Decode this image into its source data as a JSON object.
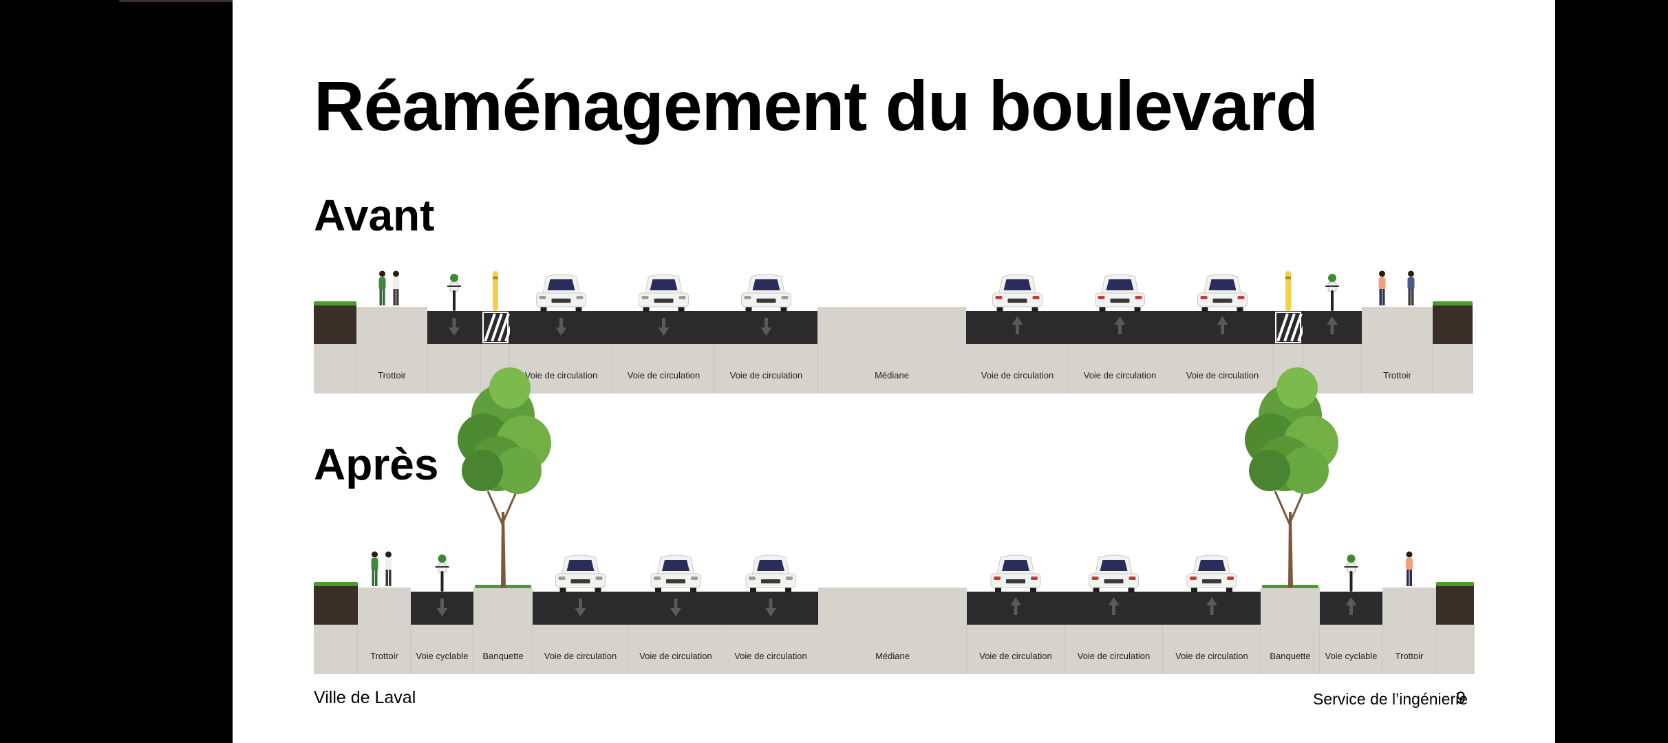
{
  "slide": {
    "title": "Réaménagement du boulevard",
    "footer_left": "Ville de Laval",
    "footer_right": "Service de l’ingénierie",
    "page_number": "9"
  },
  "sections": [
    {
      "heading": "Avant",
      "segments": [
        {
          "type": "soil",
          "width": 62,
          "label": ""
        },
        {
          "type": "sidewalk",
          "width": 103,
          "label": "Trottoir",
          "items": [
            {
              "kind": "pedestrians"
            }
          ]
        },
        {
          "type": "bikelane",
          "width": 78,
          "label": "",
          "direction": "down",
          "items": [
            {
              "kind": "cyclist"
            }
          ]
        },
        {
          "type": "buffer",
          "width": 42,
          "label": "",
          "items": [
            {
              "kind": "post"
            }
          ]
        },
        {
          "type": "lane",
          "width": 149,
          "label": "Voie de circulation",
          "direction": "down"
        },
        {
          "type": "lane",
          "width": 149,
          "label": "Voie de circulation",
          "direction": "down"
        },
        {
          "type": "lane",
          "width": 149,
          "label": "Voie de circulation",
          "direction": "down"
        },
        {
          "type": "median",
          "width": 216,
          "label": "Médiane"
        },
        {
          "type": "lane",
          "width": 149,
          "label": "Voie de circulation",
          "direction": "up"
        },
        {
          "type": "lane",
          "width": 149,
          "label": "Voie de circulation",
          "direction": "up"
        },
        {
          "type": "lane",
          "width": 149,
          "label": "Voie de circulation",
          "direction": "up"
        },
        {
          "type": "buffer",
          "width": 42,
          "label": "",
          "items": [
            {
              "kind": "post"
            }
          ]
        },
        {
          "type": "bikelane",
          "width": 86,
          "label": "",
          "direction": "up",
          "items": [
            {
              "kind": "cyclist"
            }
          ]
        },
        {
          "type": "sidewalk",
          "width": 103,
          "label": "Trottoir",
          "items": [
            {
              "kind": "pedestrian"
            },
            {
              "kind": "elder"
            }
          ]
        },
        {
          "type": "soil",
          "width": 58,
          "label": ""
        }
      ]
    },
    {
      "heading": "Après",
      "segments": [
        {
          "type": "soil",
          "width": 64,
          "label": ""
        },
        {
          "type": "sidewalk",
          "width": 77,
          "label": "Trottoir",
          "items": [
            {
              "kind": "pedestrians"
            }
          ]
        },
        {
          "type": "bikelane",
          "width": 91,
          "label": "Voie cyclable",
          "direction": "down",
          "items": [
            {
              "kind": "cyclist"
            }
          ]
        },
        {
          "type": "planting",
          "width": 86,
          "label": "Banquette",
          "items": [
            {
              "kind": "tree"
            }
          ]
        },
        {
          "type": "lane",
          "width": 139,
          "label": "Voie de circulation",
          "direction": "down"
        },
        {
          "type": "lane",
          "width": 138,
          "label": "Voie de circulation",
          "direction": "down"
        },
        {
          "type": "lane",
          "width": 138,
          "label": "Voie de circulation",
          "direction": "down"
        },
        {
          "type": "median",
          "width": 216,
          "label": "Médiane"
        },
        {
          "type": "lane",
          "width": 142,
          "label": "Voie de circulation",
          "direction": "up"
        },
        {
          "type": "lane",
          "width": 143,
          "label": "Voie de circulation",
          "direction": "up"
        },
        {
          "type": "lane",
          "width": 142,
          "label": "Voie de circulation",
          "direction": "up"
        },
        {
          "type": "planting",
          "width": 86,
          "label": "Banquette",
          "items": [
            {
              "kind": "tree"
            }
          ]
        },
        {
          "type": "bikelane",
          "width": 91,
          "label": "Voie cyclable",
          "direction": "up",
          "items": [
            {
              "kind": "cyclist"
            }
          ]
        },
        {
          "type": "sidewalk",
          "width": 78,
          "label": "Trottoir",
          "items": [
            {
              "kind": "pedestrian"
            }
          ]
        },
        {
          "type": "soil",
          "width": 55,
          "label": ""
        }
      ]
    }
  ],
  "colors": {
    "asphalt": "#2b2b2b",
    "concrete": "#d6d3cd",
    "soil": "#3a2e28",
    "grass": "#4c9a2a",
    "car_body": "#f2f2f0",
    "car_glass": "#2a2d5a",
    "tree_leaves": "#5f9e3a",
    "tree_trunk": "#7a5a3a",
    "arrow": "#5a5a5a"
  }
}
